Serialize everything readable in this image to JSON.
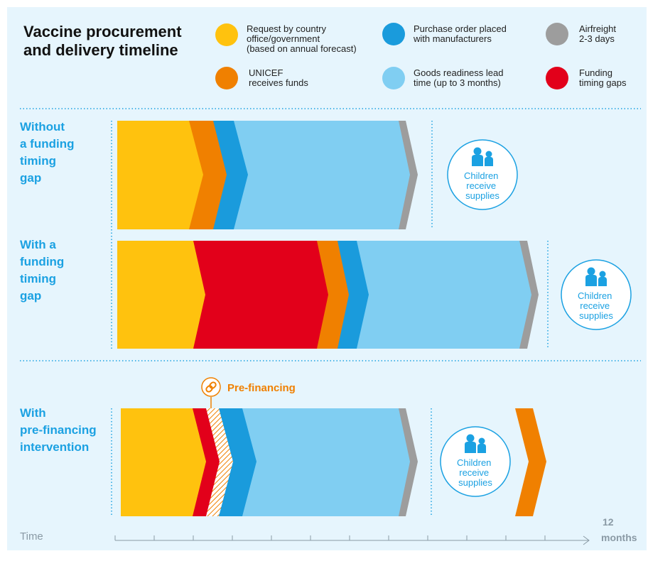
{
  "title": {
    "line1": "Vaccine procurement",
    "line2": "and delivery timeline"
  },
  "legend": [
    {
      "color": "#ffc20e",
      "lines": [
        "Request by country",
        "office/government",
        "(based on annual forecast)"
      ]
    },
    {
      "color": "#1a9bdc",
      "lines": [
        "Purchase order placed",
        "with manufacturers"
      ]
    },
    {
      "color": "#9d9d9d",
      "lines": [
        "Airfreight",
        "2-3 days"
      ]
    },
    {
      "color": "#f08000",
      "lines": [
        "UNICEF",
        "receives funds"
      ]
    },
    {
      "color": "#80cef2",
      "lines": [
        "Goods readiness lead",
        "time (up to 3 months)"
      ]
    },
    {
      "color": "#e2001a",
      "lines": [
        "Funding",
        "timing gaps"
      ]
    }
  ],
  "rows": [
    {
      "label_lines": [
        "Without",
        "a funding",
        "timing",
        "gap"
      ]
    },
    {
      "label_lines": [
        "With a",
        "funding",
        "timing",
        "gap"
      ]
    },
    {
      "label_lines": [
        "With",
        "pre-financing",
        "intervention"
      ]
    }
  ],
  "children_box": {
    "lines": [
      "Children",
      "receive",
      "supplies"
    ],
    "icon": "children-icon"
  },
  "prefinancing": {
    "label": "Pre-financing",
    "icon": "link-icon"
  },
  "axis": {
    "start_label": "Time",
    "end_value": "12",
    "end_unit": "months",
    "ticks": 12
  },
  "colors": {
    "background": "#e6f5fd",
    "request": "#ffc20e",
    "unicef_funds": "#f08000",
    "purchase_order": "#1a9bdc",
    "goods_readiness": "#80cef2",
    "airfreight": "#9d9d9d",
    "funding_gap": "#e2001a",
    "accent": "#1ba1e2",
    "prefinancing": "#f08000"
  }
}
